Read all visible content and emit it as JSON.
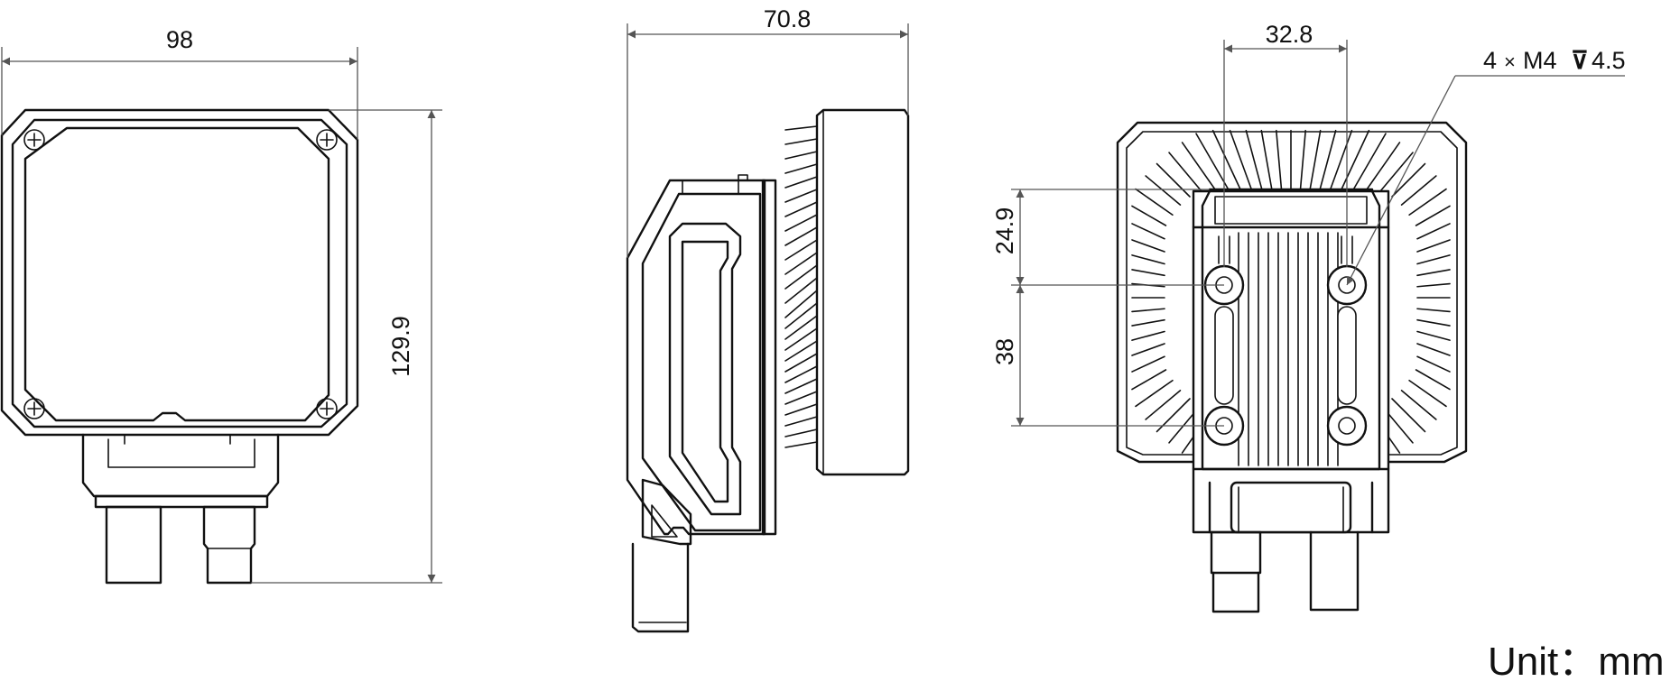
{
  "dimensions": {
    "front_width": "98",
    "front_height": "129.9",
    "side_depth": "70.8",
    "rear_hole_spacing": "32.8",
    "rear_upper_offset": "24.9",
    "rear_vertical_spacing": "38",
    "rear_hole_callout": {
      "count": "4",
      "times": "×",
      "thread": "M4",
      "depth_symbol": "⊽",
      "depth": "4.5"
    }
  },
  "unit_label": "Unit：mm",
  "colors": {
    "outline": "#111111",
    "dimension_line": "#555555",
    "background": "#ffffff"
  }
}
